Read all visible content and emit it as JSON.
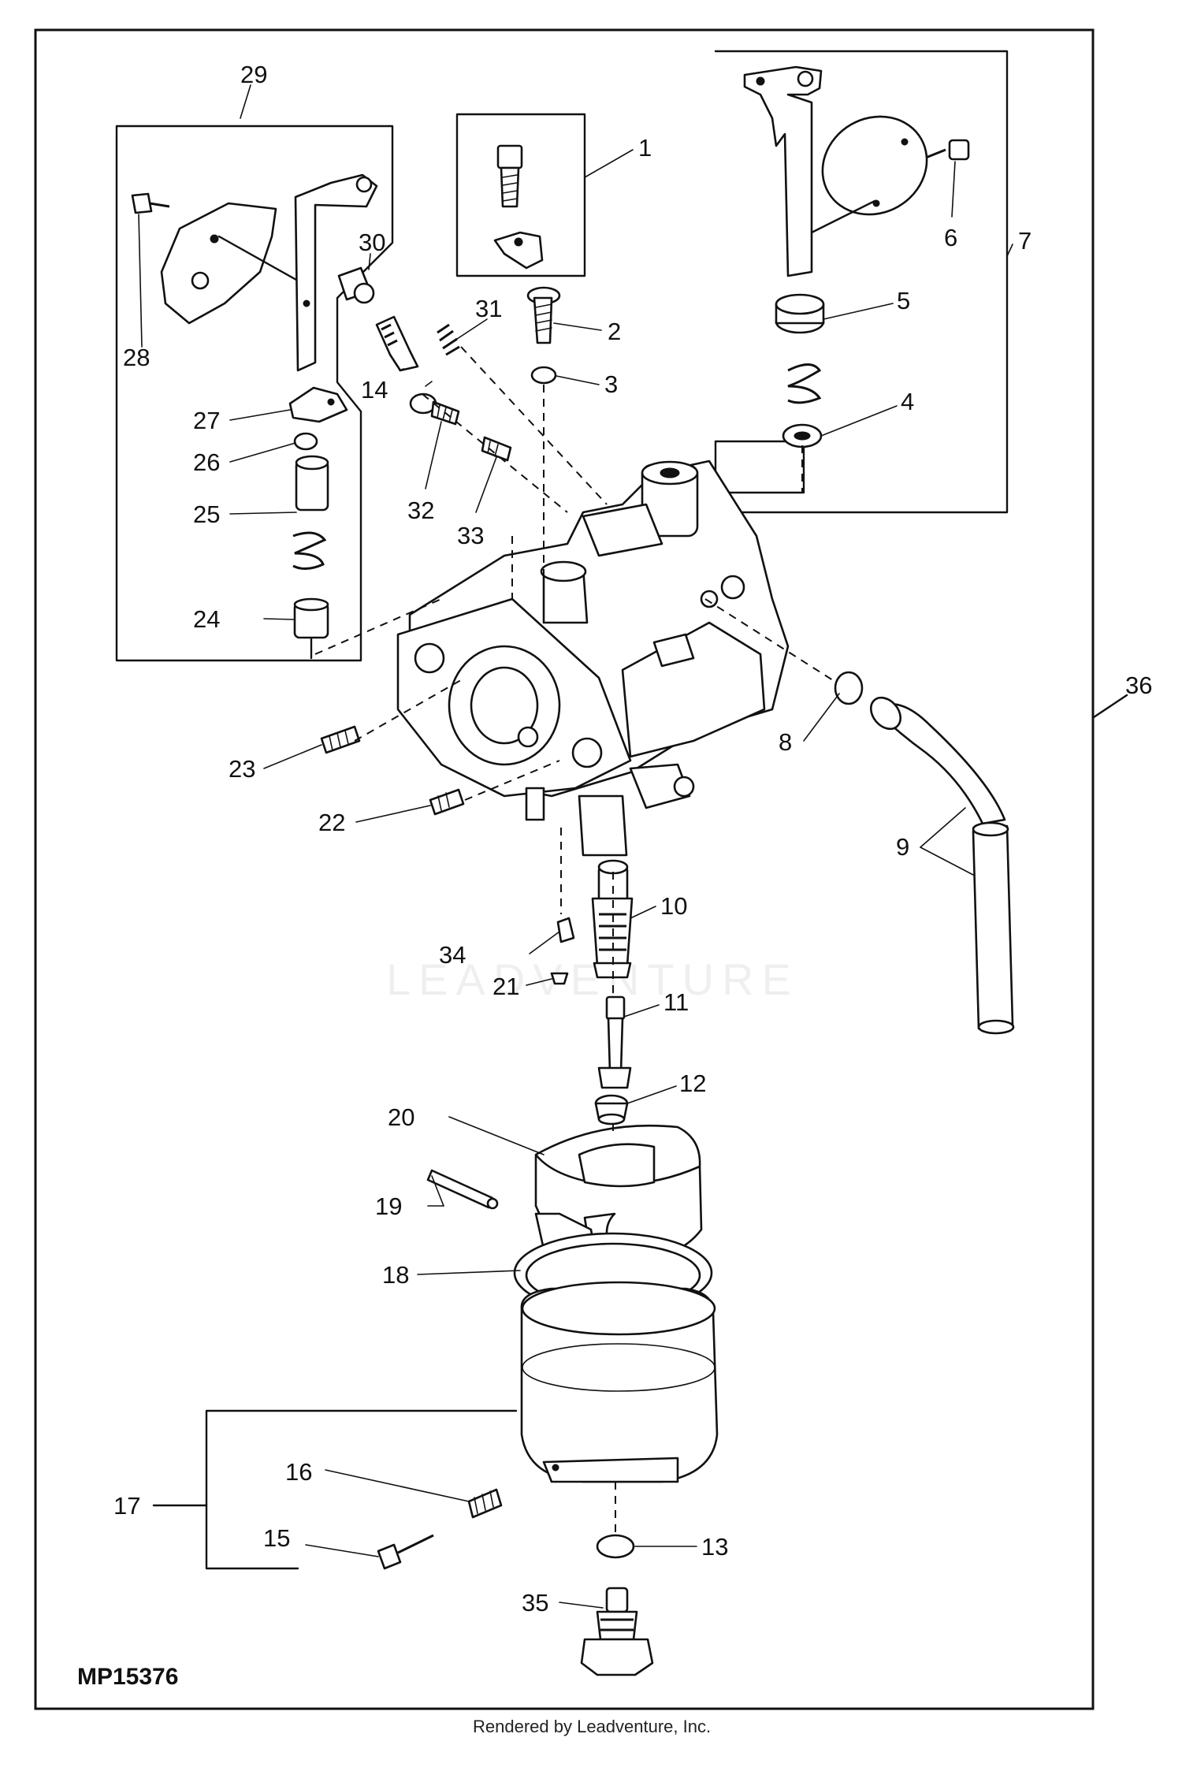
{
  "diagram": {
    "figure_code": "MP15376",
    "credit": "Rendered by Leadventure, Inc.",
    "watermark": "LEADVENTURE",
    "callouts": [
      "1",
      "2",
      "3",
      "4",
      "5",
      "6",
      "7",
      "8",
      "9",
      "10",
      "11",
      "12",
      "13",
      "14",
      "15",
      "16",
      "17",
      "18",
      "19",
      "20",
      "21",
      "22",
      "23",
      "24",
      "25",
      "26",
      "27",
      "28",
      "29",
      "30",
      "31",
      "32",
      "33",
      "34",
      "35",
      "36"
    ]
  }
}
